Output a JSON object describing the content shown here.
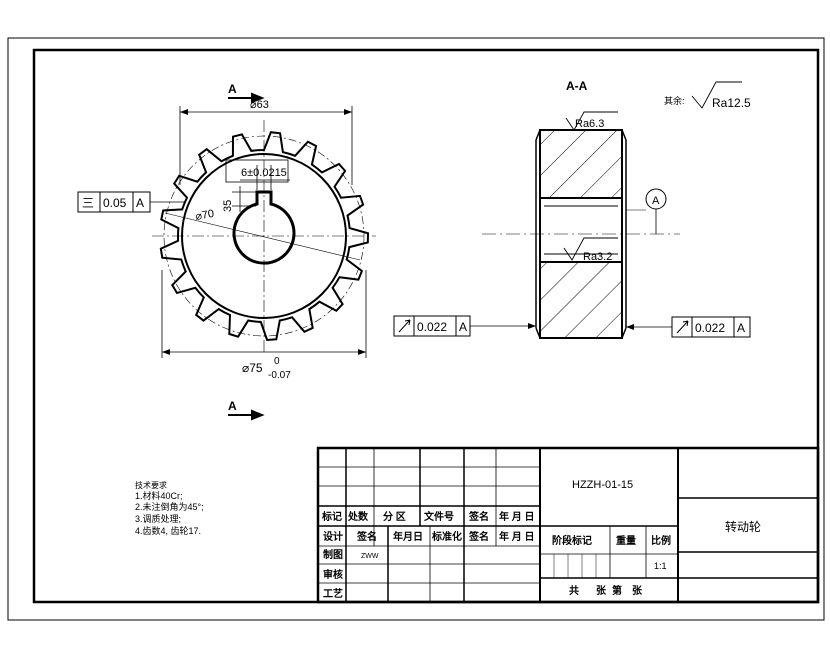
{
  "drawing": {
    "section_mark": "A",
    "section_title": "A-A",
    "roughness_note_label": "其余:",
    "roughness_general": "Ra12.5",
    "roughness_top": "Ra6.3",
    "roughness_bore": "Ra3.2",
    "datum_label": "A",
    "dims": {
      "tip_dia": "⌀63",
      "key_width": "6±0.0215",
      "key_depth": "35",
      "pitch_dia": "⌀70",
      "outer_dia": "⌀75",
      "outer_tol_upper": "0",
      "outer_tol_lower": "-0.07"
    },
    "tolerances": {
      "flatness_symbol": "三",
      "flatness_value": "0.05",
      "flatness_datum": "A",
      "runout_left_value": "0.022",
      "runout_left_datum": "A",
      "runout_right_value": "0.022",
      "runout_right_datum": "A"
    },
    "tech_notes": {
      "title": "技术要求",
      "lines": [
        "1.材料40Cr;",
        "2.未注倒角为45°;",
        "3.调质处理;",
        "4.齿数4, 齿轮17."
      ]
    }
  },
  "title_block": {
    "drawing_number": "HZZH-01-15",
    "part_name": "转动轮",
    "scale": "1:1",
    "sheets_total": "共",
    "sheets_unit1": "张",
    "sheet_no": "第",
    "sheets_unit2": "张",
    "row_labels": [
      "标记",
      "处数",
      "分 区",
      "文件号",
      "签名",
      "年 月 日"
    ],
    "sign_labels": [
      "设计",
      "签名",
      "年月日",
      "标准化",
      "签名",
      "年 月 日"
    ],
    "draw_label": "制图",
    "draw_sign": "ZWW",
    "check_label": "审核",
    "process_label": "工艺",
    "stage_label": "阶段标记",
    "weight_label": "重量",
    "scale_label": "比例"
  }
}
